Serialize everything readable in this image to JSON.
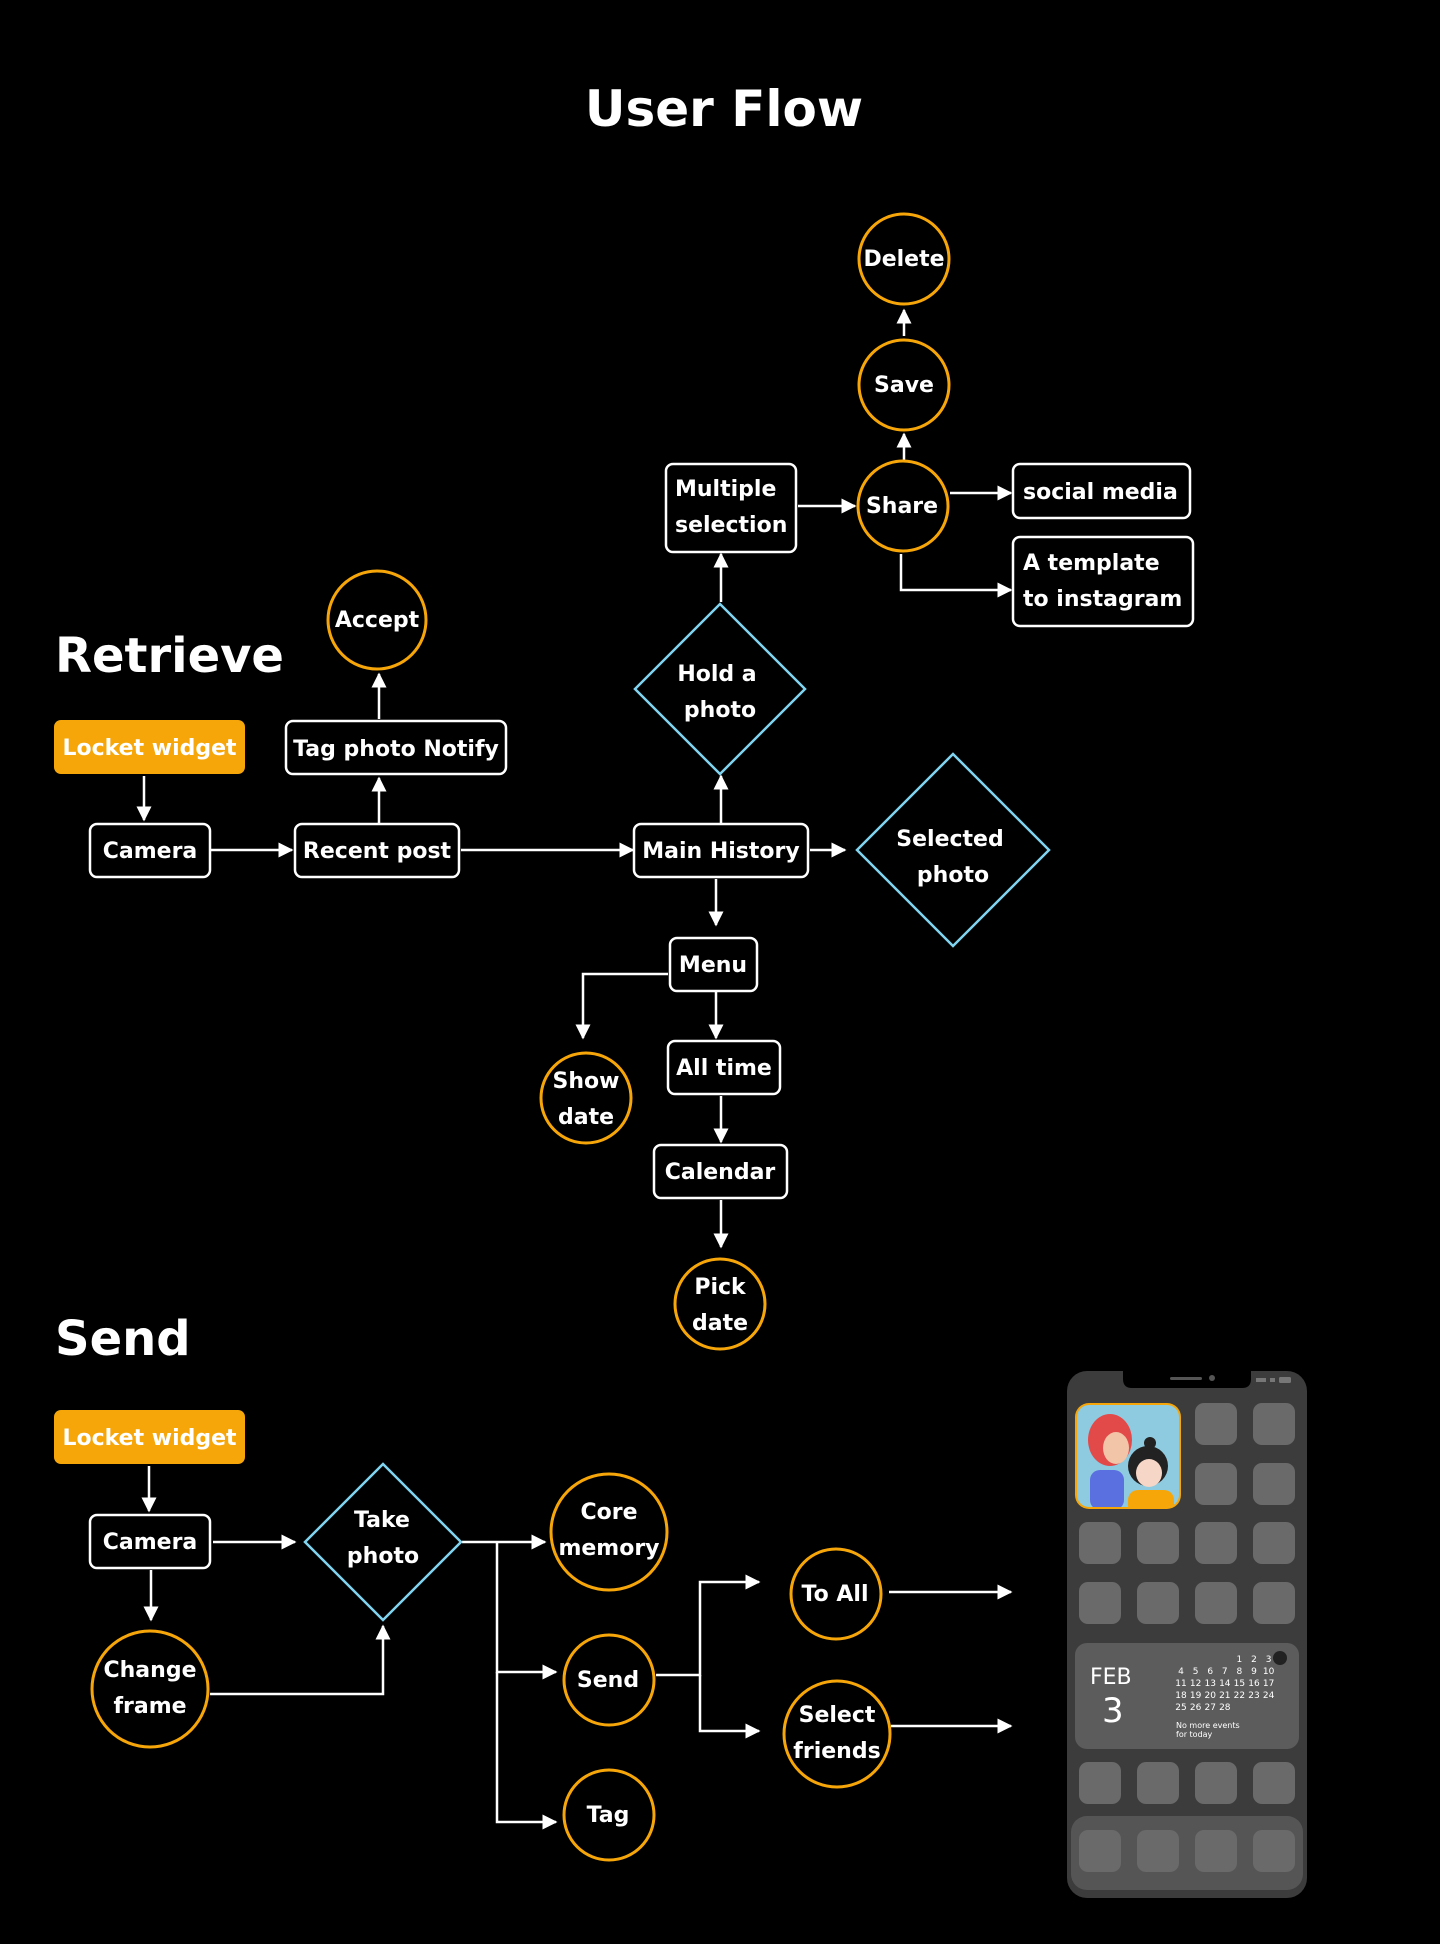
{
  "title": "User Flow",
  "sections": {
    "retrieve": "Retrieve",
    "send": "Send"
  },
  "colors": {
    "background": "#000000",
    "orange": "#F6A609",
    "blue": "#80D4F0",
    "white": "#FFFFFF",
    "phone": "#3C3C3C"
  },
  "retrieve_nodes": {
    "locket_widget": "Locket widget",
    "camera": "Camera",
    "recent_post": "Recent post",
    "tag_photo_notify": "Tag photo Notify",
    "accept": "Accept",
    "main_history": "Main History",
    "hold_a_photo": [
      "Hold a",
      "photo"
    ],
    "selected_photo": [
      "Selected",
      "photo"
    ],
    "multiple_selection": [
      "Multiple",
      "selection"
    ],
    "share": "Share",
    "save": "Save",
    "delete": "Delete",
    "social_media": "social media",
    "a_template": [
      "A template",
      "to instagram"
    ],
    "menu": "Menu",
    "show_date": [
      "Show",
      "date"
    ],
    "all_time": "All time",
    "calendar": "Calendar",
    "pick_date": [
      "Pick",
      "date"
    ]
  },
  "send_nodes": {
    "locket_widget": "Locket widget",
    "camera": "Camera",
    "change_frame": [
      "Change",
      "frame"
    ],
    "take_photo": [
      "Take",
      "photo"
    ],
    "core_memory": [
      "Core",
      "memory"
    ],
    "send": "Send",
    "tag": "Tag",
    "to_all": "To All",
    "select_friends": [
      "Select",
      "friends"
    ]
  },
  "phone_widget": {
    "month": "FEB",
    "day": "3",
    "calendar_rows": [
      [
        "",
        "",
        "",
        "",
        "1",
        "2",
        "3"
      ],
      [
        "4",
        "5",
        "6",
        "7",
        "8",
        "9",
        "10"
      ],
      [
        "11",
        "12",
        "13",
        "14",
        "15",
        "16",
        "17"
      ],
      [
        "18",
        "19",
        "20",
        "21",
        "22",
        "23",
        "24"
      ],
      [
        "25",
        "26",
        "27",
        "28",
        "",
        "",
        ""
      ]
    ],
    "no_events": [
      "No more events",
      "for today"
    ]
  }
}
